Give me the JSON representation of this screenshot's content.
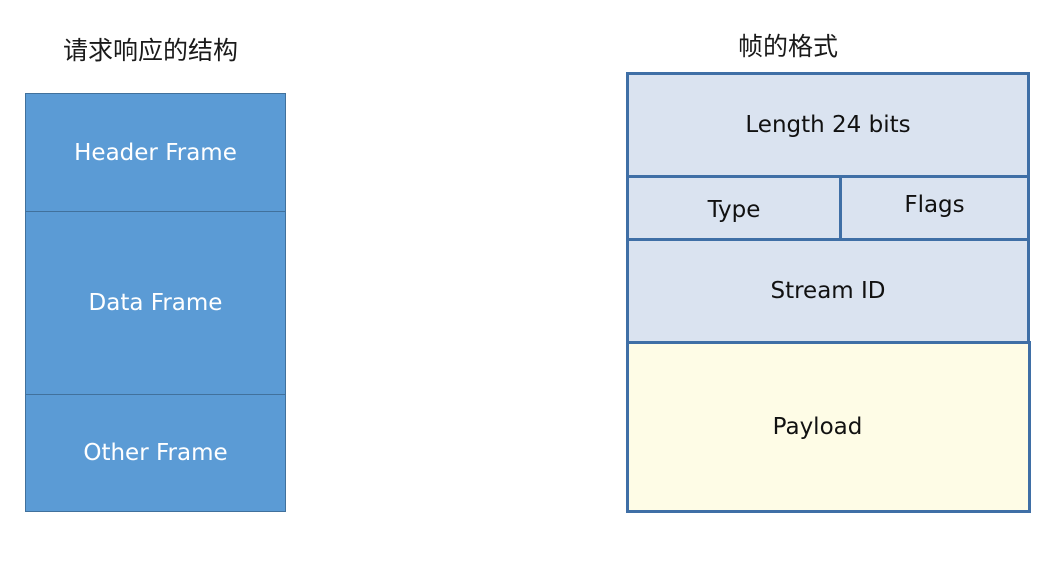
{
  "left": {
    "title": "请求响应的结构",
    "frames": [
      "Header Frame",
      "Data Frame",
      "Other Frame"
    ]
  },
  "right": {
    "title": "帧的格式",
    "fields": {
      "length": "Length 24 bits",
      "type": "Type",
      "flags": "Flags",
      "stream_id": "Stream ID",
      "payload": "Payload"
    }
  },
  "colors": {
    "frame_blue": "#5b9bd5",
    "header_field": "#dae3f0",
    "payload_field": "#fefce6",
    "border": "#3f6fa6"
  }
}
